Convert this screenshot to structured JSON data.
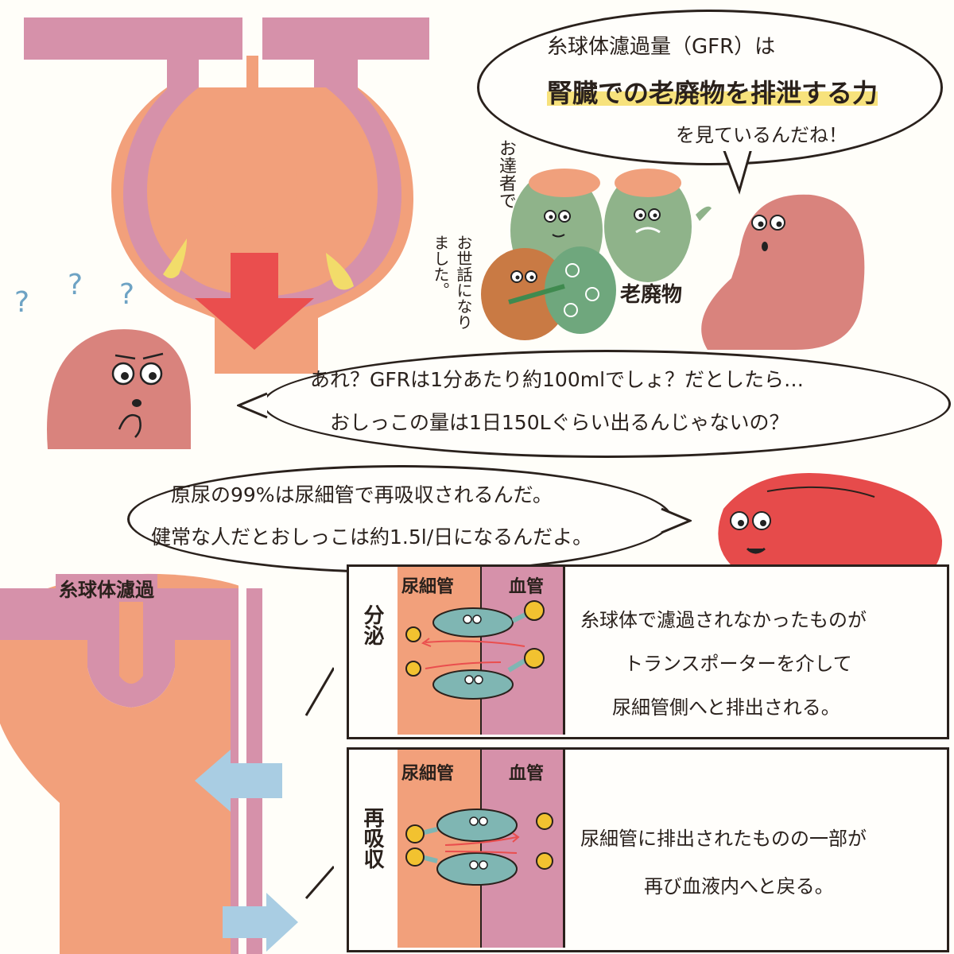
{
  "top_bubble": {
    "line1": "糸球体濾過量（GFR）は",
    "line2": "腎臓での老廃物を排泄する力",
    "line3": "を見ているんだね！"
  },
  "waste_scene": {
    "label_waste": "老廃物",
    "vertical_a": "お達者で",
    "vertical_b": "お世話になりました。"
  },
  "question_bubble": {
    "line1": "あれ？GFRは1分あたり約100mlでしょ？だとしたら…",
    "line2": "おしっこの量は1日150Lぐらい出るんじゃないの？"
  },
  "question_marks": [
    "?",
    "?",
    "?"
  ],
  "answer_bubble": {
    "line1": "原尿の99%は尿細管で再吸収されるんだ。",
    "line2": "健常な人だとおしっこは約1.5l/日になるんだよ。"
  },
  "lower_diagram": {
    "label": "糸球体濾過"
  },
  "panel_secretion": {
    "side_label": "分泌",
    "col_left": "尿細管",
    "col_right": "血管",
    "desc_line1": "糸球体で濾過されなかったものが",
    "desc_line2": "トランスポーターを介して",
    "desc_line3": "尿細管側へと排出される。"
  },
  "panel_reabsorption": {
    "side_label": "再吸収",
    "col_left": "尿細管",
    "col_right": "血管",
    "desc_line1": "尿細管に排出されたものの一部が",
    "desc_line2": "再び血液内へと戻る。"
  },
  "colors": {
    "tubule_orange": "#f2a07b",
    "vessel_pink": "#d691aa",
    "kidney_red": "#e64b4b",
    "kidney_pink": "#d9837d",
    "waste_green": "#8fb38a",
    "waste_brown": "#c97a44",
    "transporter_teal": "#7fb6b3",
    "particle_yellow": "#f2c230",
    "arrow_red": "#ea4e4e",
    "arrow_blue": "#a9cde3",
    "highlight_yellow": "#f7e27c"
  }
}
